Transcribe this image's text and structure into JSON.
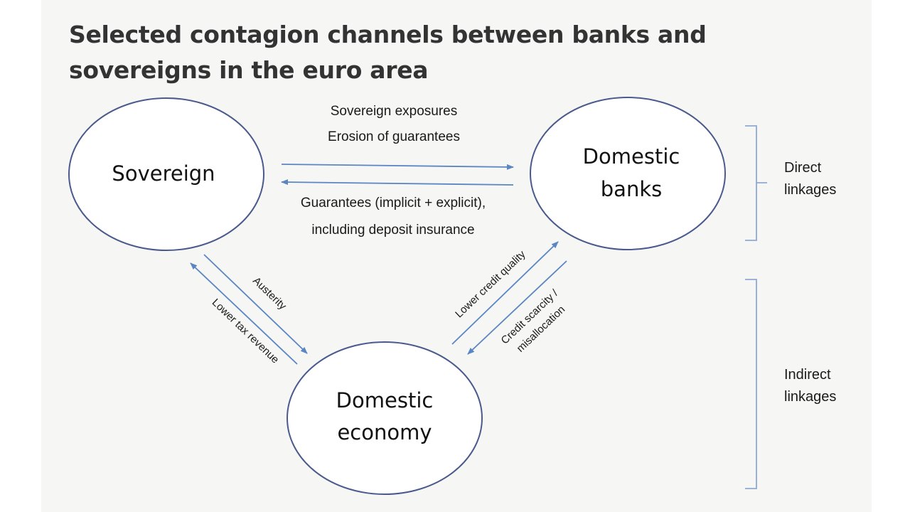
{
  "title": "Selected contagion channels between banks and sovereigns in the euro area",
  "nodes": {
    "sovereign": {
      "label": "Sovereign"
    },
    "banks": {
      "line1": "Domestic",
      "line2": "banks"
    },
    "economy": {
      "line1": "Domestic",
      "line2": "economy"
    }
  },
  "edges": {
    "sov_to_banks": {
      "line1": "Sovereign exposures",
      "line2": "Erosion of guarantees"
    },
    "banks_to_sov": {
      "line1": "Guarantees (implicit + explicit),",
      "line2": "including deposit insurance"
    },
    "sov_to_econ": {
      "label": "Austerity"
    },
    "econ_to_sov": {
      "label": "Lower tax revenue"
    },
    "econ_to_banks": {
      "label": "Lower credit quality"
    },
    "banks_to_econ": {
      "line1": "Credit scarcity /",
      "line2": "misallocation"
    }
  },
  "groups": {
    "direct": {
      "line1": "Direct",
      "line2": "linkages"
    },
    "indirect": {
      "line1": "Indirect",
      "line2": "linkages"
    }
  },
  "colors": {
    "arrow": "#5b86c4",
    "node_border": "#4a5a8c",
    "bracket": "#8fa8d3",
    "background": "#f6f6f4"
  }
}
